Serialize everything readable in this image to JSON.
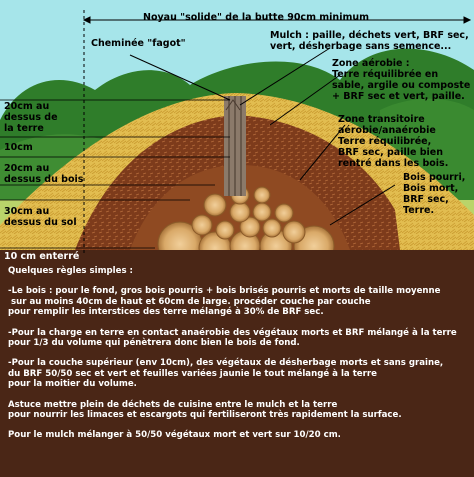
{
  "header": {
    "title": "Noyau \"solide\" de la butte 90cm minimum"
  },
  "labels": {
    "chimney": "Cheminée \"fagot\"",
    "mulch": [
      "Mulch : paille, déchets vert, BRF sec,",
      "vert, désherbage sans semence..."
    ],
    "aerobic": [
      "Zone aérobie :",
      "Terre réquilibrée en",
      "sable, argile ou composte",
      "+ BRF sec et vert, paille."
    ],
    "transition": [
      "Zone  transitoire",
      "aérobie/anaérobie",
      "Terre réquilibrée,",
      "BRF sec, paille bien",
      "rentré dans les bois."
    ],
    "wood": [
      "Bois pourri,",
      "Bois mort,",
      "BRF sec,",
      "Terre."
    ],
    "left_scale": [
      {
        "lines": [
          "20cm au",
          "dessus de",
          "la terre"
        ]
      },
      {
        "lines": [
          "10cm"
        ]
      },
      {
        "lines": [
          "20cm au",
          "dessus du bois"
        ]
      },
      {
        "lines": [
          "30cm au",
          "dessus du sol"
        ]
      },
      {
        "lines": [
          "10 cm enterré"
        ]
      }
    ]
  },
  "instructions": {
    "title": "Quelques règles simples :",
    "paragraphs": [
      "-Le bois : pour le fond, gros bois pourris + bois brisés pourris et morts de taille moyenne\n sur au moins 40cm de haut et 60cm de large. procéder couche par couche\npour remplir les interstices des terre mélangé à 30% de BRF sec.",
      "-Pour la charge en terre en contact anaérobie des végétaux morts et BRF mélangé à la terre\npour 1/3 du volume qui pénètrera donc bien le bois de fond.",
      "-Pour la couche supérieur (env 10cm), des végétaux de désherbage morts et sans graine,\ndu BRF 50/50 sec et vert et feuilles variées jaunie le tout mélangé à la terre\npour la moitier du volume.",
      "Astuce mettre plein de déchets de cuisine entre le mulch et la terre\npour nourrir les limaces et escargots qui fertiliseront très rapidement la surface.",
      "Pour le mulch mélanger à 50/50 végétaux mort et vert sur 10/20 cm."
    ]
  },
  "colors": {
    "sky": "#a6e5ea",
    "hill": "#2f7d2a",
    "straw": "#e7c458",
    "soil": "#7a3a1c",
    "ground": "#4a2616"
  }
}
